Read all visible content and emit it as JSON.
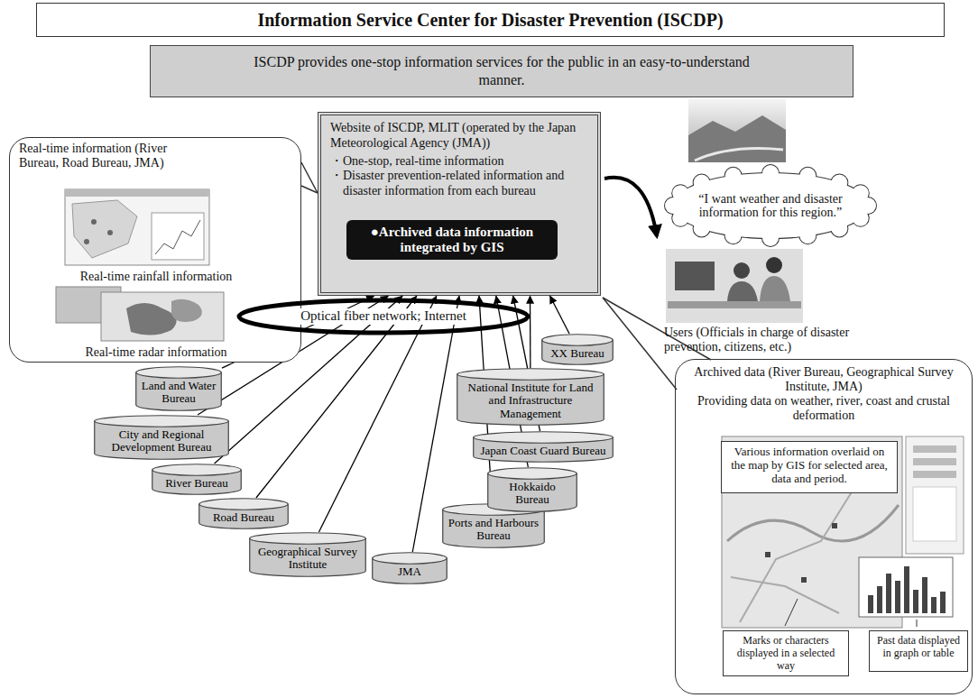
{
  "diagram": {
    "title": "Information Service Center for Disaster Prevention (ISCDP)",
    "nodes": [
      {
        "text": [
          "ISCDP provides one-stop information services for the public in an easy-to-understand manner."
        ]
      },
      {
        "text": [
          "Real-time information (River Bureau, Road Bureau, JMA)",
          "Real-time rainfall information",
          "Real-time radar information"
        ]
      },
      {
        "text": [
          "Website of ISCDP, MLIT (operated by the Japan Meteorological Agency (JMA))",
          "・One-stop, real-time information",
          "・Disaster prevention-related information and disaster information from each bureau"
        ]
      },
      {
        "text": [
          "●Archived data information integrated by GIS"
        ],
        "in": 2
      },
      {
        "text": [
          "“I want weather and disaster information for this region.”"
        ]
      },
      {
        "text": [
          "Optical fiber network; Internet"
        ]
      },
      {
        "text": [
          "Land and Water Bureau"
        ]
      },
      {
        "text": [
          "City and Regional Development Bureau"
        ]
      },
      {
        "text": [
          "River Bureau"
        ]
      },
      {
        "text": [
          "Road Bureau"
        ]
      },
      {
        "text": [
          "Geographical Survey Institute"
        ]
      },
      {
        "text": [
          "JMA"
        ]
      },
      {
        "text": [
          "Ports and Harbours Bureau"
        ]
      },
      {
        "text": [
          "Hokkaido Bureau"
        ]
      },
      {
        "text": [
          "Japan Coast Guard Bureau"
        ]
      },
      {
        "text": [
          "National Institute for Land and Infrastructure Management"
        ]
      },
      {
        "text": [
          "XX Bureau"
        ]
      },
      {
        "text": [
          "Archived data (River Bureau, Geographical Survey Institute, JMA)",
          "Providing data on weather, river, coast and crustal deformation"
        ]
      },
      {
        "text": [
          "Various information overlaid on the map by GIS for selected area, data and period."
        ],
        "in": 17
      },
      {
        "text": [
          "Marks or characters displayed in a selected way"
        ],
        "in": 17
      },
      {
        "text": [
          "Past data displayed in graph or table"
        ],
        "in": 17
      }
    ],
    "edges": [
      {
        "from": 6,
        "to": 2,
        "arrow": "to"
      },
      {
        "from": 7,
        "to": 2,
        "arrow": "to"
      },
      {
        "from": 8,
        "to": 2,
        "arrow": "to"
      },
      {
        "from": 9,
        "to": 2,
        "arrow": "to"
      },
      {
        "from": 10,
        "to": 2,
        "arrow": "to"
      },
      {
        "from": 11,
        "to": 2,
        "arrow": "to"
      },
      {
        "from": 12,
        "to": 2,
        "arrow": "to"
      },
      {
        "from": 13,
        "to": 2,
        "arrow": "to"
      },
      {
        "from": 14,
        "to": 2,
        "arrow": "to"
      },
      {
        "from": 15,
        "to": 2,
        "arrow": "to"
      },
      {
        "from": 16,
        "to": 2,
        "arrow": "to"
      }
    ],
    "labels": [
      "Users (Officials in charge of disaster prevention, citizens, etc.)"
    ]
  }
}
